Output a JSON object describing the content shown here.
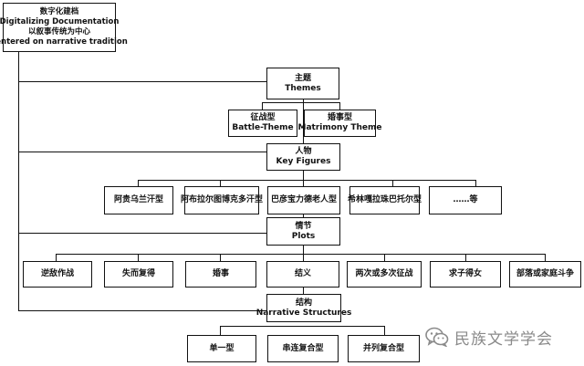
{
  "root": {
    "zh": "数字化建档",
    "en1": "Digitalizing Documentation",
    "zh2": "以叙事传统为中心",
    "en2": "centered on narrative tradition"
  },
  "themes": {
    "title_zh": "主题",
    "title_en": "Themes",
    "items": [
      {
        "zh": "征战型",
        "en": "Battle-Theme"
      },
      {
        "zh": "婚事型",
        "en": "Matrimony Theme"
      }
    ]
  },
  "figures": {
    "title_zh": "人物",
    "title_en": "Key Figures",
    "items": [
      "阿贵乌兰汗型",
      "阿布拉尔图博克多汗型",
      "巴彦宝力德老人型",
      "希林嘎拉珠巴托尔型",
      "……等"
    ]
  },
  "plots": {
    "title_zh": "情节",
    "title_en": "Plots",
    "items": [
      "逆敌作战",
      "失而复得",
      "婚事",
      "结义",
      "两次或多次征战",
      "求子得女",
      "部落或家庭斗争"
    ]
  },
  "structures": {
    "title_zh": "结构",
    "title_en": "Narrative Structures",
    "items": [
      "单一型",
      "串连复合型",
      "并列复合型"
    ]
  },
  "watermark": {
    "text": "民族文学学会",
    "icon": "wechat-icon"
  }
}
